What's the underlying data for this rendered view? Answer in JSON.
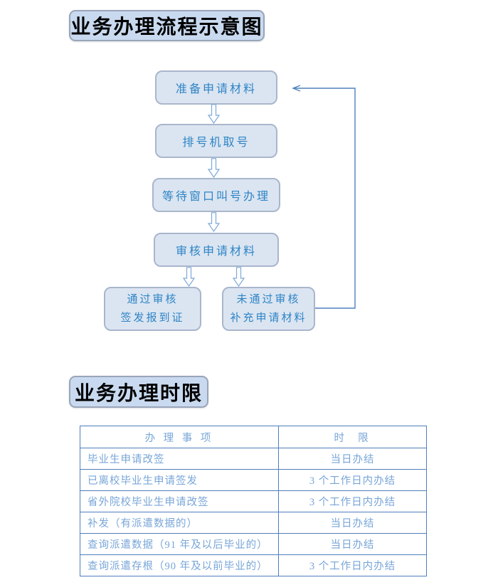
{
  "flow_section": {
    "title": "业务办理流程示意图",
    "boxes": {
      "prepare": {
        "label": "准备申请材料"
      },
      "take_number": {
        "label": "排号机取号"
      },
      "wait_call": {
        "label": "等待窗口叫号办理"
      },
      "review": {
        "label": "审核申请材料"
      },
      "pass": {
        "label": "通过审核",
        "label2": "签发报到证"
      },
      "fail": {
        "label": "未通过审核",
        "label2": "补充申请材料"
      }
    }
  },
  "table_section": {
    "title": "业务办理时限",
    "columns": [
      "办 理 事 项",
      "时  限"
    ],
    "rows": [
      [
        "毕业生申请改签",
        "当日办结"
      ],
      [
        "已离校毕业生申请签发",
        "3 个工作日内办结"
      ],
      [
        "省外院校毕业生申请改签",
        "3 个工作日内办结"
      ],
      [
        "补发（有派遣数据的）",
        "当日办结"
      ],
      [
        "查询派遣数据（91 年及以后毕业的）",
        "当日办结"
      ],
      [
        "查询派遣存根（90 年及以前毕业的）",
        "3 个工作日内办结"
      ]
    ]
  },
  "colors": {
    "box_fill": "#dbe5f1",
    "box_border": "#a9b6cc",
    "box_text": "#2e84c6",
    "title_fill": "#c9daf0",
    "title_border": "#9aa5b8",
    "connector": "#4f81bd",
    "table_border": "#4d7ebc",
    "table_text": "#78a6d8"
  }
}
